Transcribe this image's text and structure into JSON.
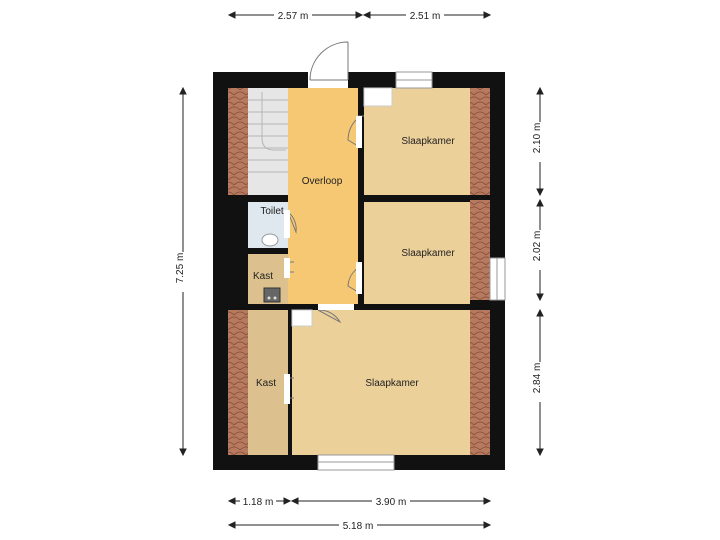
{
  "rooms": {
    "overloop": "Overloop",
    "slaapkamer_1": "Slaapkamer",
    "slaapkamer_2": "Slaapkamer",
    "slaapkamer_3": "Slaapkamer",
    "toilet": "Toilet",
    "kast_1": "Kast",
    "kast_2": "Kast"
  },
  "dimensions": {
    "top_left": "2.57 m",
    "top_right": "2.51 m",
    "left_total": "7.25 m",
    "right_1": "2.10 m",
    "right_2": "2.02 m",
    "right_3": "2.84 m",
    "bottom_left": "1.18 m",
    "bottom_right": "3.90 m",
    "bottom_total": "5.18 m"
  },
  "colors": {
    "wall": "#111111",
    "hallway": "#f7c873",
    "room": "#ecd09a",
    "storage": "#dcc08e",
    "toilet": "#dfe7ef",
    "roof": "#b87a5f",
    "window": "#cfe3ee",
    "stairs": "#e6e6e6"
  }
}
